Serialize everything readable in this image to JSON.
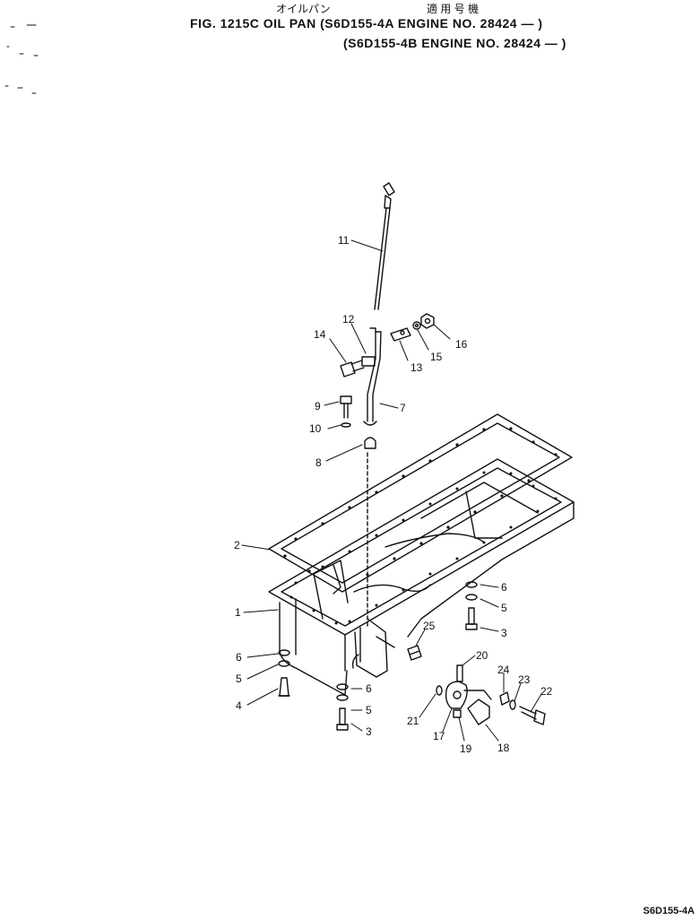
{
  "header": {
    "jp_title": "オイルパン",
    "jp_applicable": "適 用 号 機",
    "line1": "FIG. 1215C  OIL PAN (S6D155-4A  ENGINE NO. 28424 — )",
    "line2": "(S6D155-4B  ENGINE NO. 28424 — )"
  },
  "parts": {
    "p1": "1",
    "p2": "2",
    "p3a": "3",
    "p3b": "3",
    "p4": "4",
    "p5a": "5",
    "p5b": "5",
    "p5c": "5",
    "p6a": "6",
    "p6b": "6",
    "p6c": "6",
    "p7": "7",
    "p8": "8",
    "p9": "9",
    "p10": "10",
    "p11": "11",
    "p12": "12",
    "p13": "13",
    "p14": "14",
    "p15": "15",
    "p16": "16",
    "p17": "17",
    "p18": "18",
    "p19": "19",
    "p20": "20",
    "p21": "21",
    "p22": "22",
    "p23": "23",
    "p24": "24",
    "p25": "25"
  },
  "footer": {
    "model": "S6D155-4A"
  }
}
